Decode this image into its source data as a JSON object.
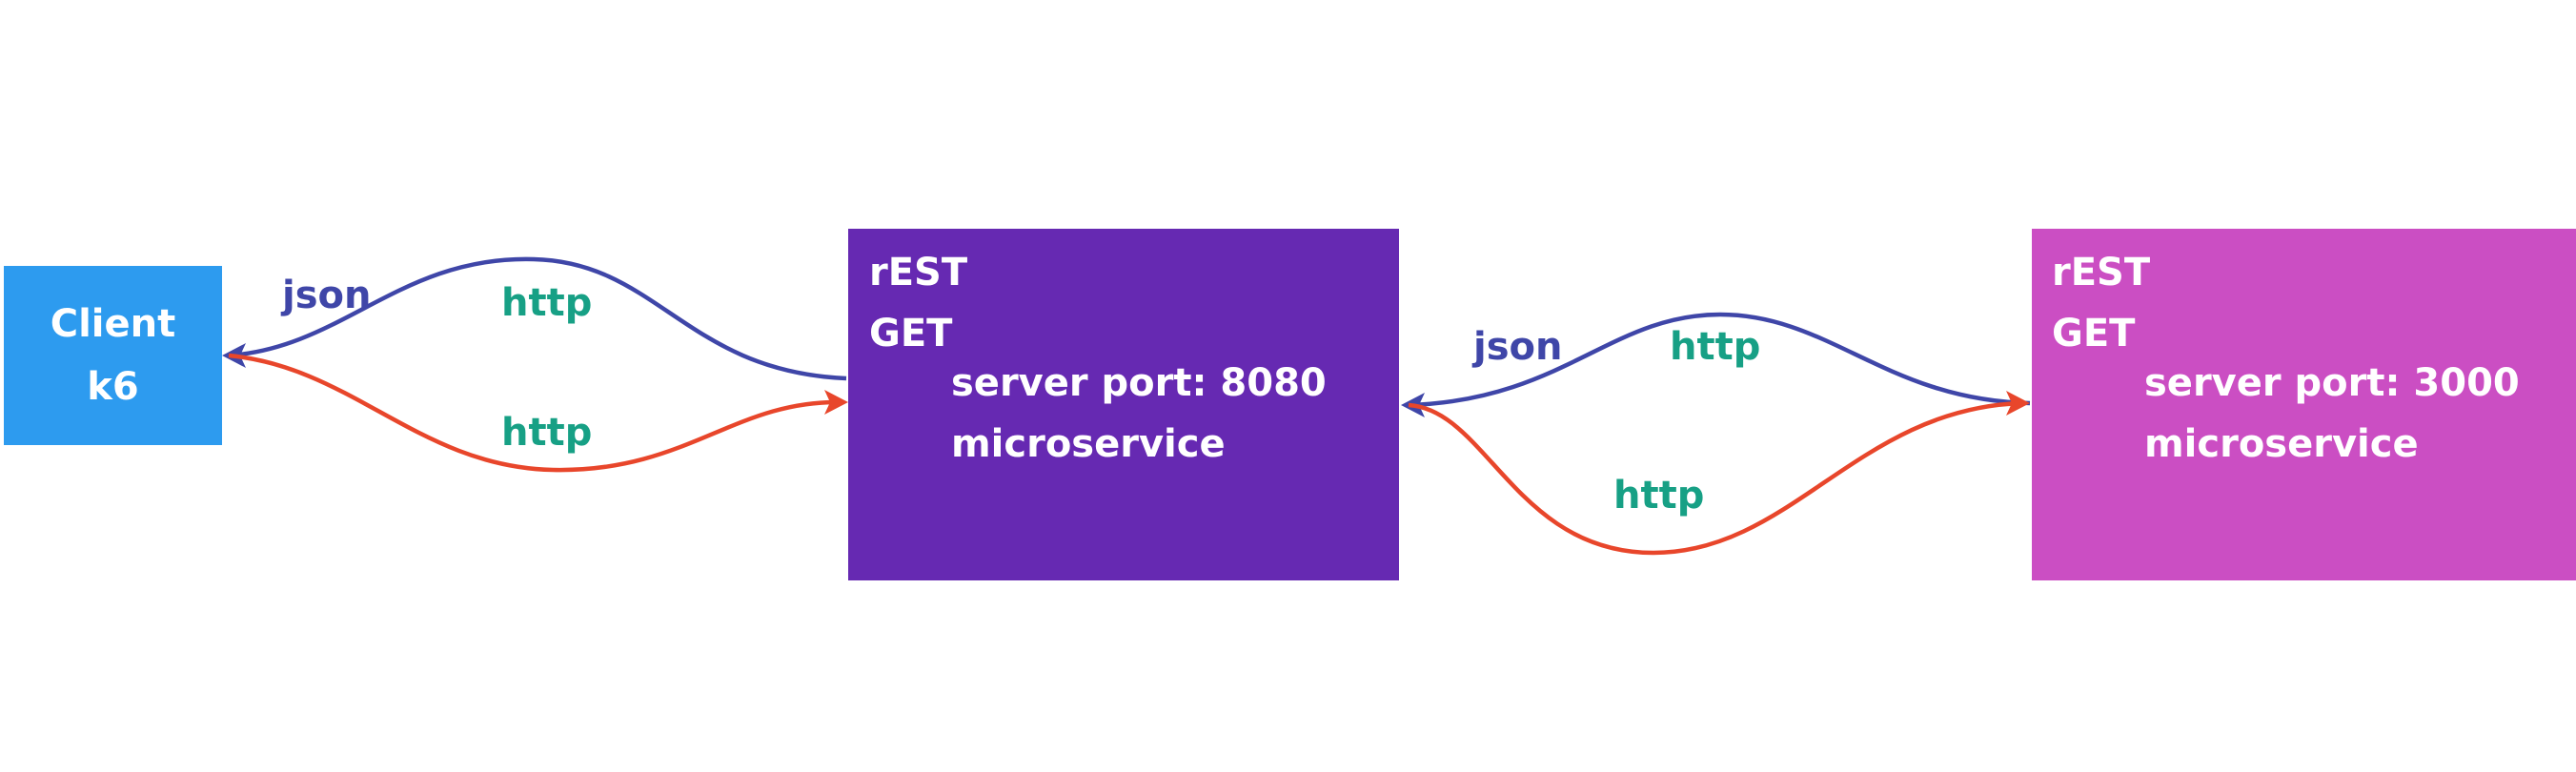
{
  "client": {
    "line1": "Client",
    "line2": "k6",
    "color": "#2d9bef"
  },
  "services": [
    {
      "rest": "rEST",
      "method": "GET",
      "port": "server port: 8080",
      "name": "microservice",
      "color": "#6629b2"
    },
    {
      "rest": "rEST",
      "method": "GET",
      "port": "server port: 3000",
      "name": "microservice",
      "color": "#cb4ec3"
    }
  ],
  "edges": {
    "left_response_format": "json",
    "left_response_protocol": "http",
    "left_request_protocol": "http",
    "right_response_format": "json",
    "right_response_protocol": "http",
    "right_request_protocol": "http"
  },
  "colors": {
    "response_arrow": "#3f46a8",
    "request_arrow": "#e8462b",
    "json_label": "#3f46a8",
    "http_label": "#17a085"
  }
}
